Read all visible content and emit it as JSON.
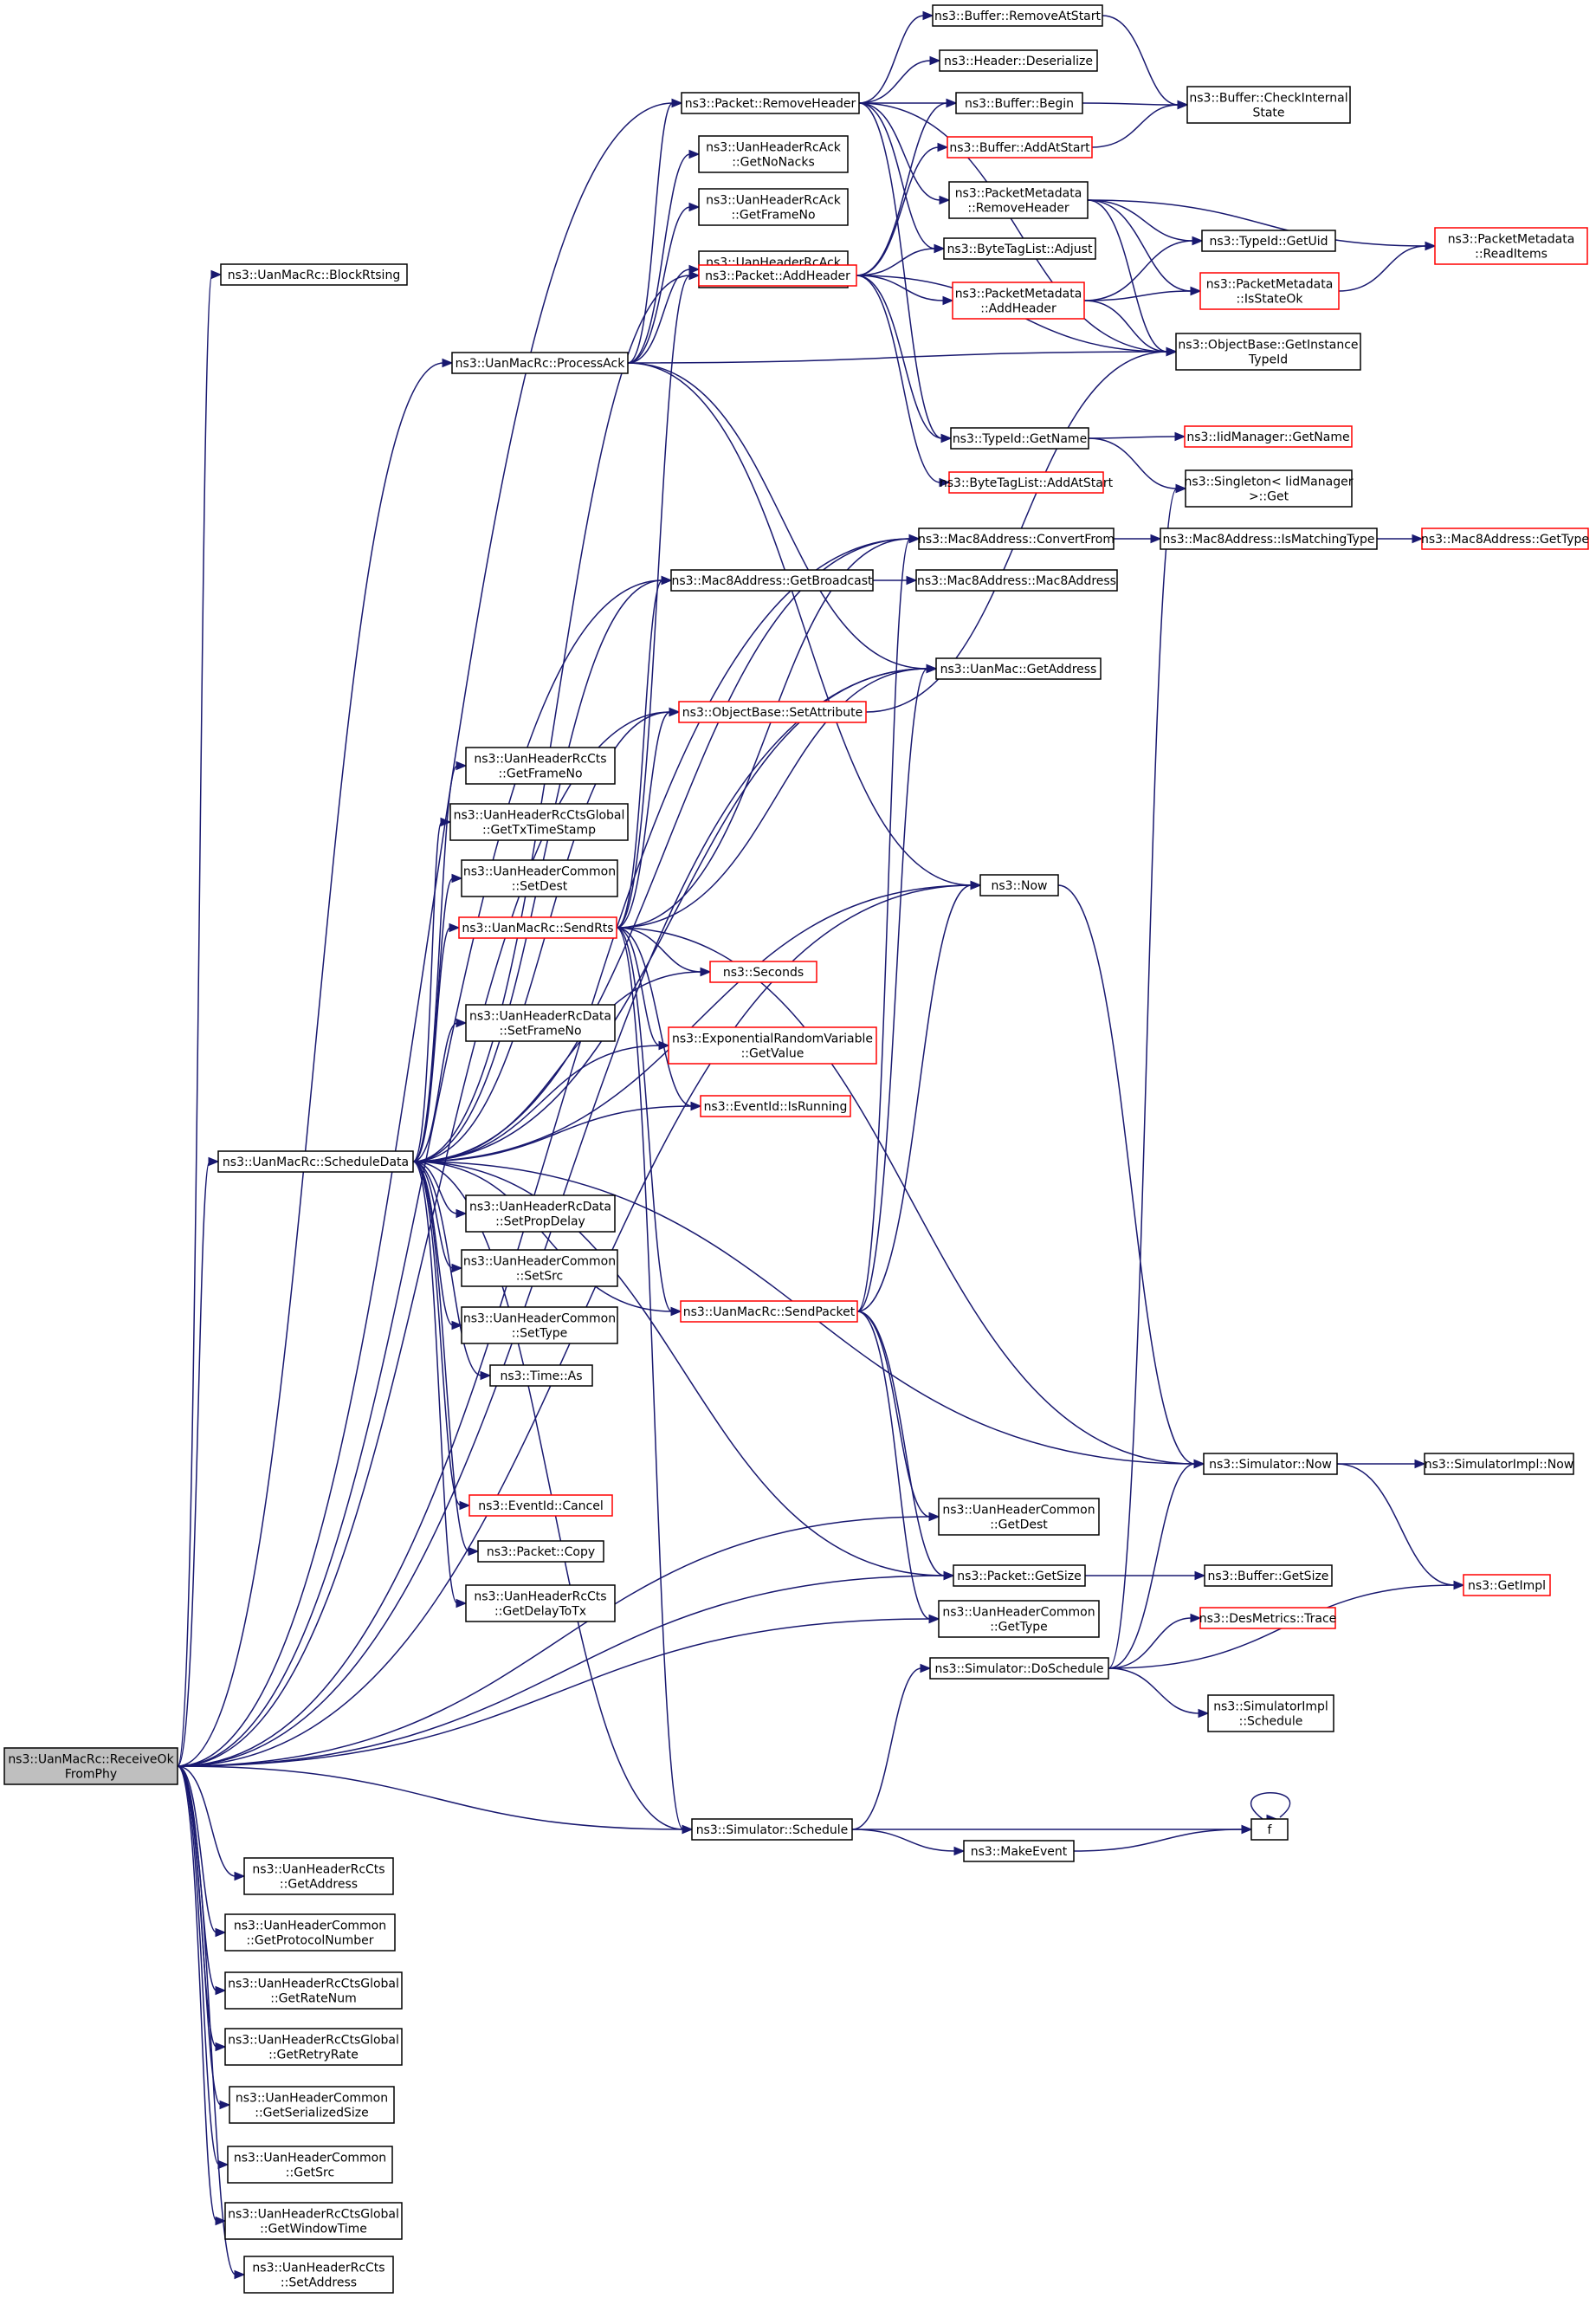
{
  "colors": {
    "edge": "#191970",
    "node_border": "#000000",
    "node_border_incomplete": "#ff0000",
    "root_fill": "#bfbfbf"
  },
  "nodes": [
    {
      "id": "root",
      "lines": [
        "ns3::UanMacRc::ReceiveOk",
        "FromPhy"
      ],
      "style": "root"
    },
    {
      "id": "blockrtsing",
      "lines": [
        "ns3::UanMacRc::BlockRtsing"
      ]
    },
    {
      "id": "processack",
      "lines": [
        "ns3::UanMacRc::ProcessAck"
      ]
    },
    {
      "id": "scheduledata",
      "lines": [
        "ns3::UanMacRc::ScheduleData"
      ]
    },
    {
      "id": "removeheader",
      "lines": [
        "ns3::Packet::RemoveHeader"
      ]
    },
    {
      "id": "getnonacks",
      "lines": [
        "ns3::UanHeaderRcAck",
        "::GetNoNacks"
      ]
    },
    {
      "id": "ackframeno",
      "lines": [
        "ns3::UanHeaderRcAck",
        "::GetFrameNo"
      ]
    },
    {
      "id": "getnackedframes",
      "lines": [
        "ns3::UanHeaderRcAck",
        "::GetNackedFrames"
      ]
    },
    {
      "id": "addheader",
      "lines": [
        "ns3::Packet::AddHeader"
      ],
      "style": "red"
    },
    {
      "id": "convertfrom",
      "lines": [
        "ns3::Mac8Address::ConvertFrom"
      ]
    },
    {
      "id": "getbroadcast",
      "lines": [
        "ns3::Mac8Address::GetBroadcast"
      ]
    },
    {
      "id": "getaddress",
      "lines": [
        "ns3::UanMac::GetAddress"
      ]
    },
    {
      "id": "setattribute",
      "lines": [
        "ns3::ObjectBase::SetAttribute"
      ],
      "style": "red"
    },
    {
      "id": "ctsframeno",
      "lines": [
        "ns3::UanHeaderRcCts",
        "::GetFrameNo"
      ]
    },
    {
      "id": "gettxtimestamp",
      "lines": [
        "ns3::UanHeaderRcCtsGlobal",
        "::GetTxTimeStamp"
      ]
    },
    {
      "id": "setdest",
      "lines": [
        "ns3::UanHeaderCommon",
        "::SetDest"
      ]
    },
    {
      "id": "sendrts",
      "lines": [
        "ns3::UanMacRc::SendRts"
      ],
      "style": "red"
    },
    {
      "id": "seconds",
      "lines": [
        "ns3::Seconds"
      ],
      "style": "red"
    },
    {
      "id": "setframeno",
      "lines": [
        "ns3::UanHeaderRcData",
        "::SetFrameNo"
      ]
    },
    {
      "id": "expgetvalue",
      "lines": [
        "ns3::ExponentialRandomVariable",
        "::GetValue"
      ],
      "style": "red"
    },
    {
      "id": "isrunning",
      "lines": [
        "ns3::EventId::IsRunning"
      ],
      "style": "red"
    },
    {
      "id": "setpropdelay",
      "lines": [
        "ns3::UanHeaderRcData",
        "::SetPropDelay"
      ]
    },
    {
      "id": "setsrc",
      "lines": [
        "ns3::UanHeaderCommon",
        "::SetSrc"
      ]
    },
    {
      "id": "settype",
      "lines": [
        "ns3::UanHeaderCommon",
        "::SetType"
      ]
    },
    {
      "id": "timeas",
      "lines": [
        "ns3::Time::As"
      ]
    },
    {
      "id": "sendpacket",
      "lines": [
        "ns3::UanMacRc::SendPacket"
      ],
      "style": "red"
    },
    {
      "id": "cancel",
      "lines": [
        "ns3::EventId::Cancel"
      ],
      "style": "red"
    },
    {
      "id": "copy",
      "lines": [
        "ns3::Packet::Copy"
      ]
    },
    {
      "id": "getdelaytotx",
      "lines": [
        "ns3::UanHeaderRcCts",
        "::GetDelayToTx"
      ]
    },
    {
      "id": "schedule",
      "lines": [
        "ns3::Simulator::Schedule"
      ]
    },
    {
      "id": "ctsgetaddress",
      "lines": [
        "ns3::UanHeaderRcCts",
        "::GetAddress"
      ]
    },
    {
      "id": "getprotocolnumber",
      "lines": [
        "ns3::UanHeaderCommon",
        "::GetProtocolNumber"
      ]
    },
    {
      "id": "getratenum",
      "lines": [
        "ns3::UanHeaderRcCtsGlobal",
        "::GetRateNum"
      ]
    },
    {
      "id": "getretryrate",
      "lines": [
        "ns3::UanHeaderRcCtsGlobal",
        "::GetRetryRate"
      ]
    },
    {
      "id": "getserializedsize",
      "lines": [
        "ns3::UanHeaderCommon",
        "::GetSerializedSize"
      ]
    },
    {
      "id": "getsrc",
      "lines": [
        "ns3::UanHeaderCommon",
        "::GetSrc"
      ]
    },
    {
      "id": "getwindowtime",
      "lines": [
        "ns3::UanHeaderRcCtsGlobal",
        "::GetWindowTime"
      ]
    },
    {
      "id": "ctssetaddress",
      "lines": [
        "ns3::UanHeaderRcCts",
        "::SetAddress"
      ]
    },
    {
      "id": "removeatstart",
      "lines": [
        "ns3::Buffer::RemoveAtStart"
      ]
    },
    {
      "id": "deserialize",
      "lines": [
        "ns3::Header::Deserialize"
      ]
    },
    {
      "id": "bufbegin",
      "lines": [
        "ns3::Buffer::Begin"
      ]
    },
    {
      "id": "addatstart",
      "lines": [
        "ns3::Buffer::AddAtStart"
      ],
      "style": "red"
    },
    {
      "id": "pmremoveheader",
      "lines": [
        "ns3::PacketMetadata",
        "::RemoveHeader"
      ]
    },
    {
      "id": "btladjust",
      "lines": [
        "ns3::ByteTagList::Adjust"
      ]
    },
    {
      "id": "pmaddheader",
      "lines": [
        "ns3::PacketMetadata",
        "::AddHeader"
      ],
      "style": "red"
    },
    {
      "id": "typeidgetname",
      "lines": [
        "ns3::TypeId::GetName"
      ]
    },
    {
      "id": "btladdatstart",
      "lines": [
        "ns3::ByteTagList::AddAtStart"
      ],
      "style": "red"
    },
    {
      "id": "mac8address",
      "lines": [
        "ns3::Mac8Address::Mac8Address"
      ]
    },
    {
      "id": "now",
      "lines": [
        "ns3::Now"
      ]
    },
    {
      "id": "simnow",
      "lines": [
        "ns3::Simulator::Now"
      ]
    },
    {
      "id": "commongetdest",
      "lines": [
        "ns3::UanHeaderCommon",
        "::GetDest"
      ]
    },
    {
      "id": "pktgetsize",
      "lines": [
        "ns3::Packet::GetSize"
      ]
    },
    {
      "id": "commongettype",
      "lines": [
        "ns3::UanHeaderCommon",
        "::GetType"
      ]
    },
    {
      "id": "doschedule",
      "lines": [
        "ns3::Simulator::DoSchedule"
      ]
    },
    {
      "id": "makeevent",
      "lines": [
        "ns3::MakeEvent"
      ]
    },
    {
      "id": "checkinternal",
      "lines": [
        "ns3::Buffer::CheckInternal",
        "State"
      ]
    },
    {
      "id": "getuid",
      "lines": [
        "ns3::TypeId::GetUid"
      ]
    },
    {
      "id": "isstateok",
      "lines": [
        "ns3::PacketMetadata",
        "::IsStateOk"
      ],
      "style": "red"
    },
    {
      "id": "getinstancetypeid",
      "lines": [
        "ns3::ObjectBase::GetInstance",
        "TypeId"
      ]
    },
    {
      "id": "iidgetname",
      "lines": [
        "ns3::IidManager::GetName"
      ],
      "style": "red"
    },
    {
      "id": "singletonget",
      "lines": [
        "ns3::Singleton< IidManager",
        ">::Get"
      ]
    },
    {
      "id": "ismatchingtype",
      "lines": [
        "ns3::Mac8Address::IsMatchingType"
      ]
    },
    {
      "id": "simimplnow",
      "lines": [
        "ns3::SimulatorImpl::Now"
      ]
    },
    {
      "id": "bufgetsize",
      "lines": [
        "ns3::Buffer::GetSize"
      ]
    },
    {
      "id": "destrace",
      "lines": [
        "ns3::DesMetrics::Trace"
      ],
      "style": "red"
    },
    {
      "id": "simimplschedule",
      "lines": [
        "ns3::SimulatorImpl",
        "::Schedule"
      ]
    },
    {
      "id": "f",
      "lines": [
        "f"
      ]
    },
    {
      "id": "readitems",
      "lines": [
        "ns3::PacketMetadata",
        "::ReadItems"
      ],
      "style": "red"
    },
    {
      "id": "mac8gettype",
      "lines": [
        "ns3::Mac8Address::GetType"
      ],
      "style": "red"
    },
    {
      "id": "getimpl",
      "lines": [
        "ns3::GetImpl"
      ],
      "style": "red"
    }
  ],
  "edges": [
    [
      "root",
      "blockrtsing"
    ],
    [
      "root",
      "processack"
    ],
    [
      "root",
      "scheduledata"
    ],
    [
      "root",
      "removeheader"
    ],
    [
      "root",
      "convertfrom"
    ],
    [
      "root",
      "getbroadcast"
    ],
    [
      "root",
      "getaddress"
    ],
    [
      "root",
      "setattribute"
    ],
    [
      "root",
      "now"
    ],
    [
      "root",
      "commongetdest"
    ],
    [
      "root",
      "pktgetsize"
    ],
    [
      "root",
      "commongettype"
    ],
    [
      "root",
      "schedule"
    ],
    [
      "root",
      "ctsgetaddress"
    ],
    [
      "root",
      "getprotocolnumber"
    ],
    [
      "root",
      "getratenum"
    ],
    [
      "root",
      "getretryrate"
    ],
    [
      "root",
      "getserializedsize"
    ],
    [
      "root",
      "getsrc"
    ],
    [
      "root",
      "getwindowtime"
    ],
    [
      "root",
      "ctssetaddress"
    ],
    [
      "processack",
      "removeheader"
    ],
    [
      "processack",
      "getnonacks"
    ],
    [
      "processack",
      "ackframeno"
    ],
    [
      "processack",
      "getnackedframes"
    ],
    [
      "processack",
      "getaddress"
    ],
    [
      "processack",
      "now"
    ],
    [
      "processack",
      "getinstancetypeid"
    ],
    [
      "scheduledata",
      "addheader"
    ],
    [
      "scheduledata",
      "convertfrom"
    ],
    [
      "scheduledata",
      "getbroadcast"
    ],
    [
      "scheduledata",
      "getaddress"
    ],
    [
      "scheduledata",
      "setattribute"
    ],
    [
      "scheduledata",
      "ctsframeno"
    ],
    [
      "scheduledata",
      "gettxtimestamp"
    ],
    [
      "scheduledata",
      "setdest"
    ],
    [
      "scheduledata",
      "sendrts"
    ],
    [
      "scheduledata",
      "seconds"
    ],
    [
      "scheduledata",
      "setframeno"
    ],
    [
      "scheduledata",
      "expgetvalue"
    ],
    [
      "scheduledata",
      "isrunning"
    ],
    [
      "scheduledata",
      "now"
    ],
    [
      "scheduledata",
      "setpropdelay"
    ],
    [
      "scheduledata",
      "setsrc"
    ],
    [
      "scheduledata",
      "settype"
    ],
    [
      "scheduledata",
      "timeas"
    ],
    [
      "scheduledata",
      "sendpacket"
    ],
    [
      "scheduledata",
      "simnow"
    ],
    [
      "scheduledata",
      "cancel"
    ],
    [
      "scheduledata",
      "copy"
    ],
    [
      "scheduledata",
      "getdelaytotx"
    ],
    [
      "scheduledata",
      "pktgetsize"
    ],
    [
      "scheduledata",
      "schedule"
    ],
    [
      "sendrts",
      "addheader"
    ],
    [
      "sendrts",
      "convertfrom"
    ],
    [
      "sendrts",
      "getbroadcast"
    ],
    [
      "sendrts",
      "getaddress"
    ],
    [
      "sendrts",
      "setattribute"
    ],
    [
      "sendrts",
      "seconds"
    ],
    [
      "sendrts",
      "expgetvalue"
    ],
    [
      "sendrts",
      "isrunning"
    ],
    [
      "sendrts",
      "sendpacket"
    ],
    [
      "sendrts",
      "simnow"
    ],
    [
      "sendrts",
      "schedule"
    ],
    [
      "sendpacket",
      "convertfrom"
    ],
    [
      "sendpacket",
      "getaddress"
    ],
    [
      "sendpacket",
      "now"
    ],
    [
      "sendpacket",
      "commongetdest"
    ],
    [
      "sendpacket",
      "pktgetsize"
    ],
    [
      "sendpacket",
      "commongettype"
    ],
    [
      "removeheader",
      "removeatstart"
    ],
    [
      "removeheader",
      "deserialize"
    ],
    [
      "removeheader",
      "bufbegin"
    ],
    [
      "removeheader",
      "pmremoveheader"
    ],
    [
      "removeheader",
      "btladjust"
    ],
    [
      "removeheader",
      "typeidgetname"
    ],
    [
      "removeheader",
      "getinstancetypeid"
    ],
    [
      "addheader",
      "bufbegin"
    ],
    [
      "addheader",
      "addatstart"
    ],
    [
      "addheader",
      "btladjust"
    ],
    [
      "addheader",
      "pmaddheader"
    ],
    [
      "addheader",
      "typeidgetname"
    ],
    [
      "addheader",
      "btladdatstart"
    ],
    [
      "addheader",
      "getinstancetypeid"
    ],
    [
      "removeatstart",
      "checkinternal"
    ],
    [
      "bufbegin",
      "checkinternal"
    ],
    [
      "addatstart",
      "checkinternal"
    ],
    [
      "pmremoveheader",
      "getuid"
    ],
    [
      "pmremoveheader",
      "isstateok"
    ],
    [
      "pmremoveheader",
      "getinstancetypeid"
    ],
    [
      "pmremoveheader",
      "readitems"
    ],
    [
      "pmaddheader",
      "getuid"
    ],
    [
      "pmaddheader",
      "isstateok"
    ],
    [
      "pmaddheader",
      "getinstancetypeid"
    ],
    [
      "isstateok",
      "readitems"
    ],
    [
      "typeidgetname",
      "iidgetname"
    ],
    [
      "typeidgetname",
      "singletonget"
    ],
    [
      "setattribute",
      "getinstancetypeid"
    ],
    [
      "convertfrom",
      "ismatchingtype"
    ],
    [
      "ismatchingtype",
      "mac8gettype"
    ],
    [
      "getbroadcast",
      "mac8address"
    ],
    [
      "now",
      "simnow"
    ],
    [
      "simnow",
      "simimplnow"
    ],
    [
      "simnow",
      "getimpl"
    ],
    [
      "pktgetsize",
      "bufgetsize"
    ],
    [
      "doschedule",
      "simnow"
    ],
    [
      "doschedule",
      "destrace"
    ],
    [
      "doschedule",
      "getimpl"
    ],
    [
      "doschedule",
      "simimplschedule"
    ],
    [
      "doschedule",
      "singletonget"
    ],
    [
      "schedule",
      "doschedule"
    ],
    [
      "schedule",
      "makeevent"
    ],
    [
      "schedule",
      "f"
    ],
    [
      "makeevent",
      "f"
    ],
    [
      "f",
      "f"
    ]
  ]
}
